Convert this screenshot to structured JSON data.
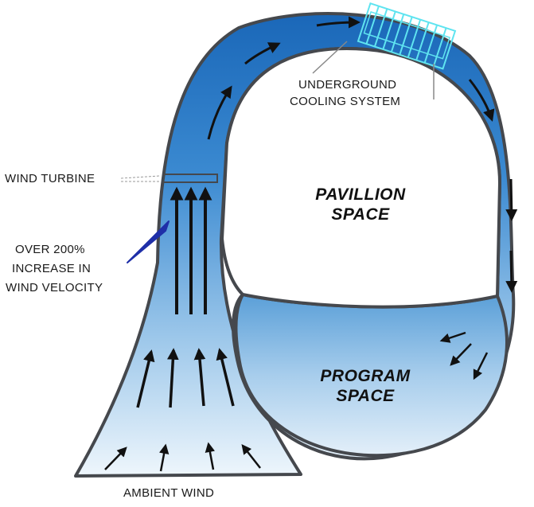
{
  "labels": {
    "underground": "UNDERGROUND",
    "cooling_system": "COOLING SYSTEM",
    "wind_turbine": "WIND TURBINE",
    "velocity_line1": "OVER 200%",
    "velocity_line2": "INCREASE IN",
    "velocity_line3": "WIND VELOCITY",
    "pavillion_line1": "PAVILLION",
    "pavillion_line2": "SPACE",
    "program_line1": "PROGRAM",
    "program_line2": "SPACE",
    "ambient_wind": "AMBIENT WIND"
  },
  "colors": {
    "duct_dark": "#1f6fc0",
    "duct_light": "#e9f3fb",
    "outline": "#45484d",
    "cooling": "#5fe4f0",
    "pointer": "#1f2fa8",
    "arrow": "#111111"
  }
}
